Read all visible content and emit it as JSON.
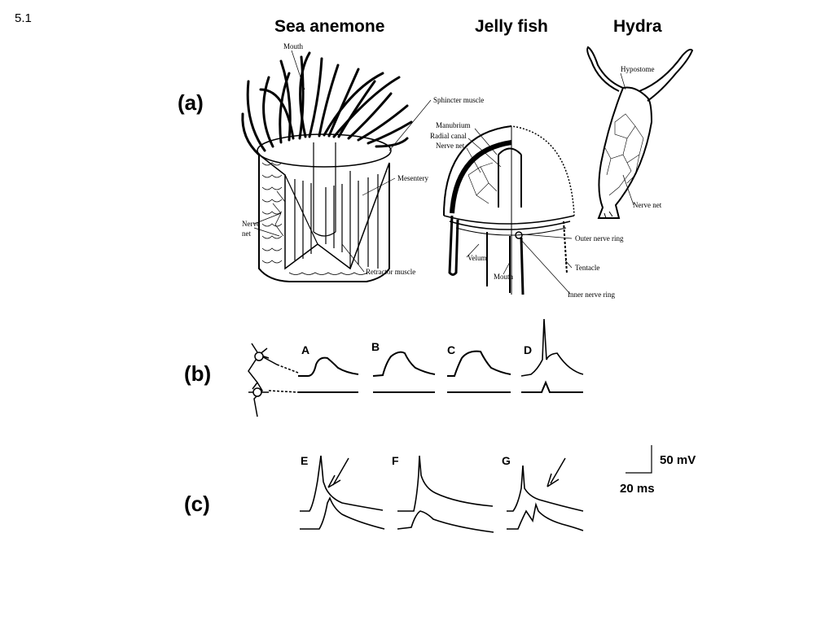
{
  "slide_number": "5.1",
  "titles": {
    "sea_anemone": "Sea anemone",
    "jelly_fish": "Jelly fish",
    "hydra": "Hydra"
  },
  "panels": {
    "a": "(a)",
    "b": "(b)",
    "c": "(c)"
  },
  "anemone_labels": {
    "mouth": "Mouth",
    "sphincter": "Sphincter muscle",
    "mesentery": "Mesentery",
    "nerve": "Nerve",
    "net": "net",
    "retractor": "Retractor muscle"
  },
  "jelly_labels": {
    "manubrium": "Manubrium",
    "radial_canal": "Radial canal",
    "nerve_net": "Nerve net",
    "outer_ring": "Outer nerve ring",
    "tentacle": "Tentacle",
    "velum": "Velum",
    "mouth": "Mouth",
    "inner_ring": "Inner nerve ring"
  },
  "hydra_labels": {
    "hypostome": "Hypostome",
    "nerve_net": "Nerve net"
  },
  "trace_letters": {
    "A": "A",
    "B": "B",
    "C": "C",
    "D": "D",
    "E": "E",
    "F": "F",
    "G": "G"
  },
  "scale_bar": {
    "voltage": "50 mV",
    "time": "20 ms"
  }
}
